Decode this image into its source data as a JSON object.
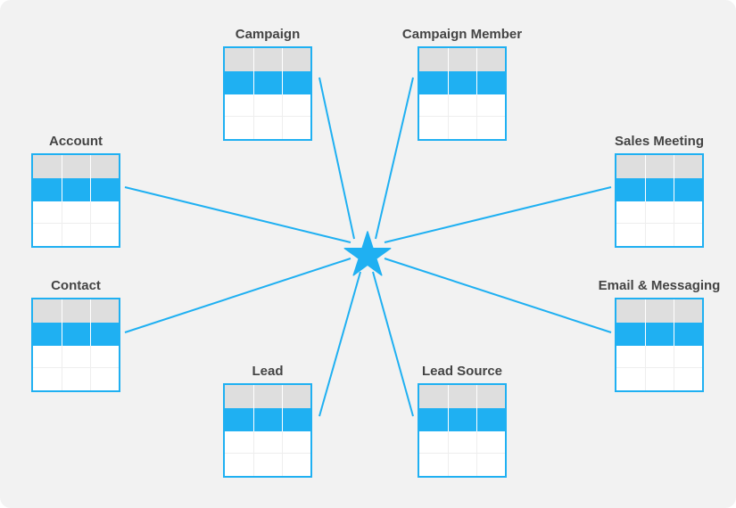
{
  "diagram": {
    "entities": [
      {
        "name": "Campaign"
      },
      {
        "name": "Campaign Member"
      },
      {
        "name": "Account"
      },
      {
        "name": "Sales Meeting"
      },
      {
        "name": "Contact"
      },
      {
        "name": "Email & Messaging"
      },
      {
        "name": "Lead"
      },
      {
        "name": "Lead Source"
      }
    ],
    "hub": {
      "icon": "star-icon"
    },
    "colors": {
      "accent": "#1fb0f2",
      "header_row": "#dedede",
      "background": "#f2f2f2",
      "title_text": "#444444"
    }
  }
}
